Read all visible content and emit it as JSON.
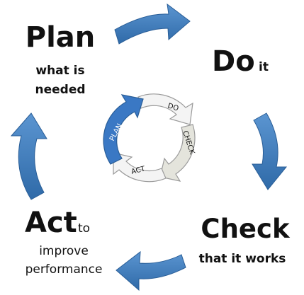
{
  "stages": {
    "plan": {
      "title": "Plan",
      "line1": "what is",
      "line2": "needed"
    },
    "do": {
      "title": "Do",
      "suffix": "it"
    },
    "check": {
      "title": "Check",
      "subtitle": "that it works"
    },
    "act": {
      "title": "Act",
      "suffix": "to",
      "line1": "improve",
      "line2": "performance"
    }
  },
  "small_cycle": {
    "plan": "PLAN",
    "do": "DO",
    "check": "CHECK",
    "act": "ACT"
  },
  "colors": {
    "arrow_blue": "#3f7fc0",
    "arrow_blue_dark": "#2a5e97",
    "plan_segment": "#3a78c4",
    "ring_light": "#f2f2f2",
    "ring_mid": "#dcdcdc",
    "ring_outline": "#9a9a9a"
  }
}
